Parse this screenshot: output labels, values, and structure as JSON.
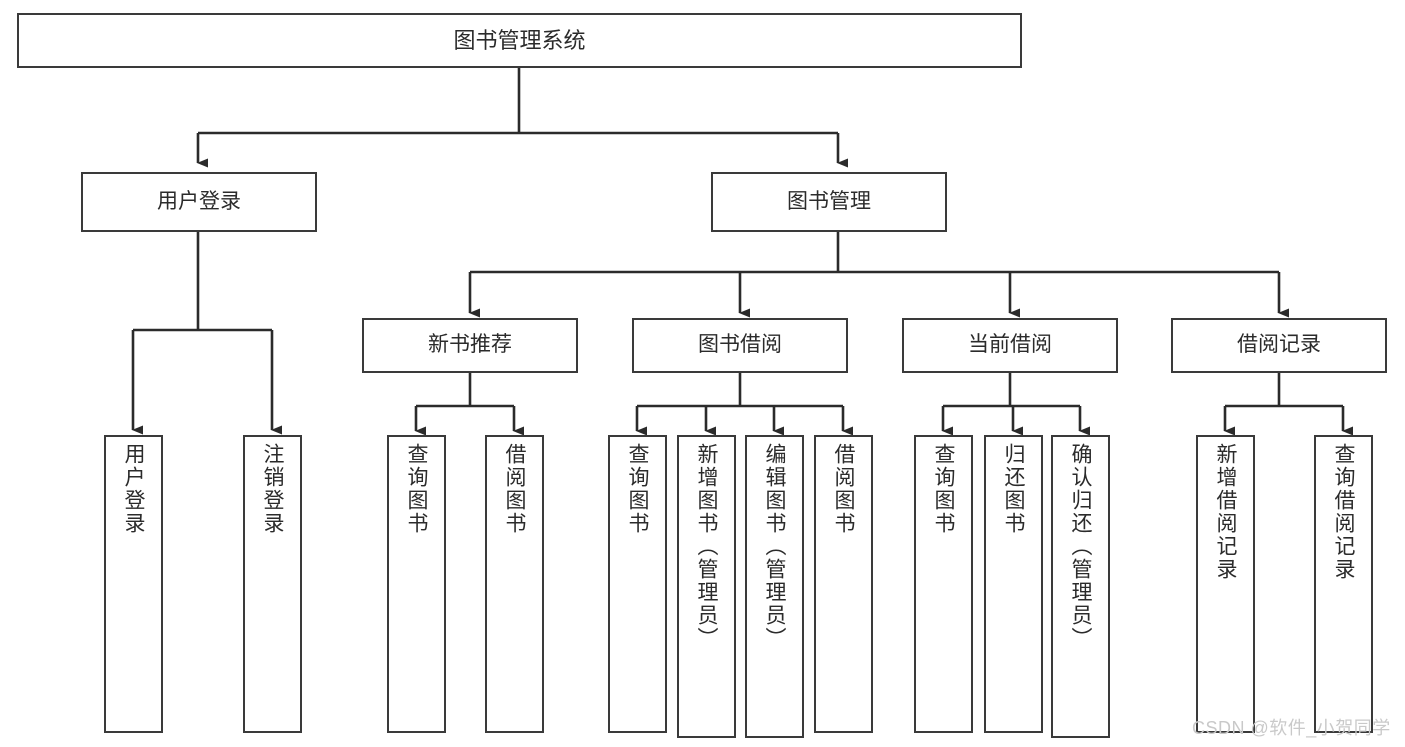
{
  "diagram": {
    "title": "图书管理系统",
    "type": "tree",
    "orientation": "top-down",
    "background_color": "#ffffff",
    "box_border_color": "#3a3a3a",
    "box_fill_color": "#ffffff",
    "connector_color": "#2b2b2b",
    "text_color": "#2b2b2b"
  },
  "watermark": {
    "text": "CSDN @软件_小贺同学",
    "color": "#c9c9c9"
  },
  "nodes": {
    "root": {
      "label": "图书管理系统"
    },
    "level2": [
      {
        "id": "user-login",
        "label": "用户登录"
      },
      {
        "id": "book-manage",
        "label": "图书管理"
      }
    ],
    "level3": [
      {
        "id": "new-book-recommend",
        "label": "新书推荐"
      },
      {
        "id": "book-borrow",
        "label": "图书借阅"
      },
      {
        "id": "current-borrow",
        "label": "当前借阅"
      },
      {
        "id": "borrow-record",
        "label": "借阅记录"
      }
    ],
    "leaves": {
      "user_login": [
        {
          "id": "leaf-user-login",
          "label": "用户登录"
        },
        {
          "id": "leaf-logout-login",
          "label": "注销登录"
        }
      ],
      "new_book_recommend": [
        {
          "id": "leaf-query-book-1",
          "label": "查询图书"
        },
        {
          "id": "leaf-borrow-book-1",
          "label": "借阅图书"
        }
      ],
      "book_borrow": [
        {
          "id": "leaf-query-book-2",
          "label": "查询图书"
        },
        {
          "id": "leaf-add-book",
          "label": "新增图书（管理员）"
        },
        {
          "id": "leaf-edit-book",
          "label": "编辑图书（管理员）"
        },
        {
          "id": "leaf-borrow-book-2",
          "label": "借阅图书"
        }
      ],
      "current_borrow": [
        {
          "id": "leaf-query-book-3",
          "label": "查询图书"
        },
        {
          "id": "leaf-return-book",
          "label": "归还图书"
        },
        {
          "id": "leaf-confirm-return",
          "label": "确认归还（管理员）"
        }
      ],
      "borrow_record": [
        {
          "id": "leaf-add-record",
          "label": "新增借阅记录"
        },
        {
          "id": "leaf-query-record",
          "label": "查询借阅记录"
        }
      ]
    }
  }
}
